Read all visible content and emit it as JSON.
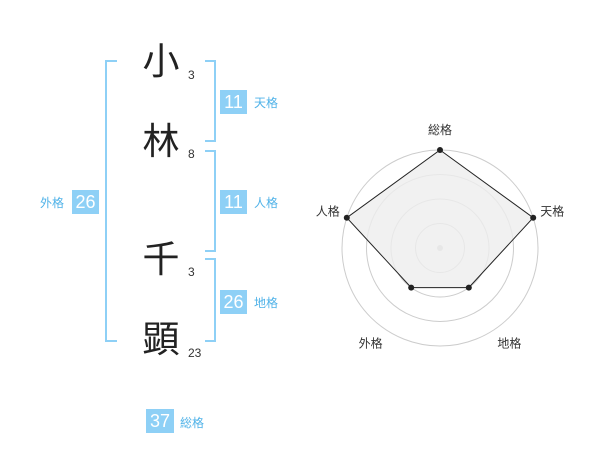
{
  "name": {
    "characters": [
      {
        "char": "小",
        "strokes": "3"
      },
      {
        "char": "林",
        "strokes": "8"
      },
      {
        "char": "千",
        "strokes": "3"
      },
      {
        "char": "顕",
        "strokes": "23"
      }
    ]
  },
  "fortunes": {
    "tenkaku": {
      "label": "天格",
      "value": "11"
    },
    "jinkaku": {
      "label": "人格",
      "value": "11"
    },
    "chikaku": {
      "label": "地格",
      "value": "26"
    },
    "gaikaku": {
      "label": "外格",
      "value": "26"
    },
    "soukaku": {
      "label": "総格",
      "value": "37"
    }
  },
  "chart_data": {
    "type": "radar",
    "axes": [
      "総格",
      "天格",
      "地格",
      "外格",
      "人格"
    ],
    "values": [
      1.0,
      1.0,
      0.5,
      0.5,
      1.0
    ],
    "range": [
      0,
      1
    ],
    "rings": 4,
    "colors": {
      "fill": "#eeeeee",
      "line": "#222222",
      "grid": "#cccccc"
    }
  }
}
